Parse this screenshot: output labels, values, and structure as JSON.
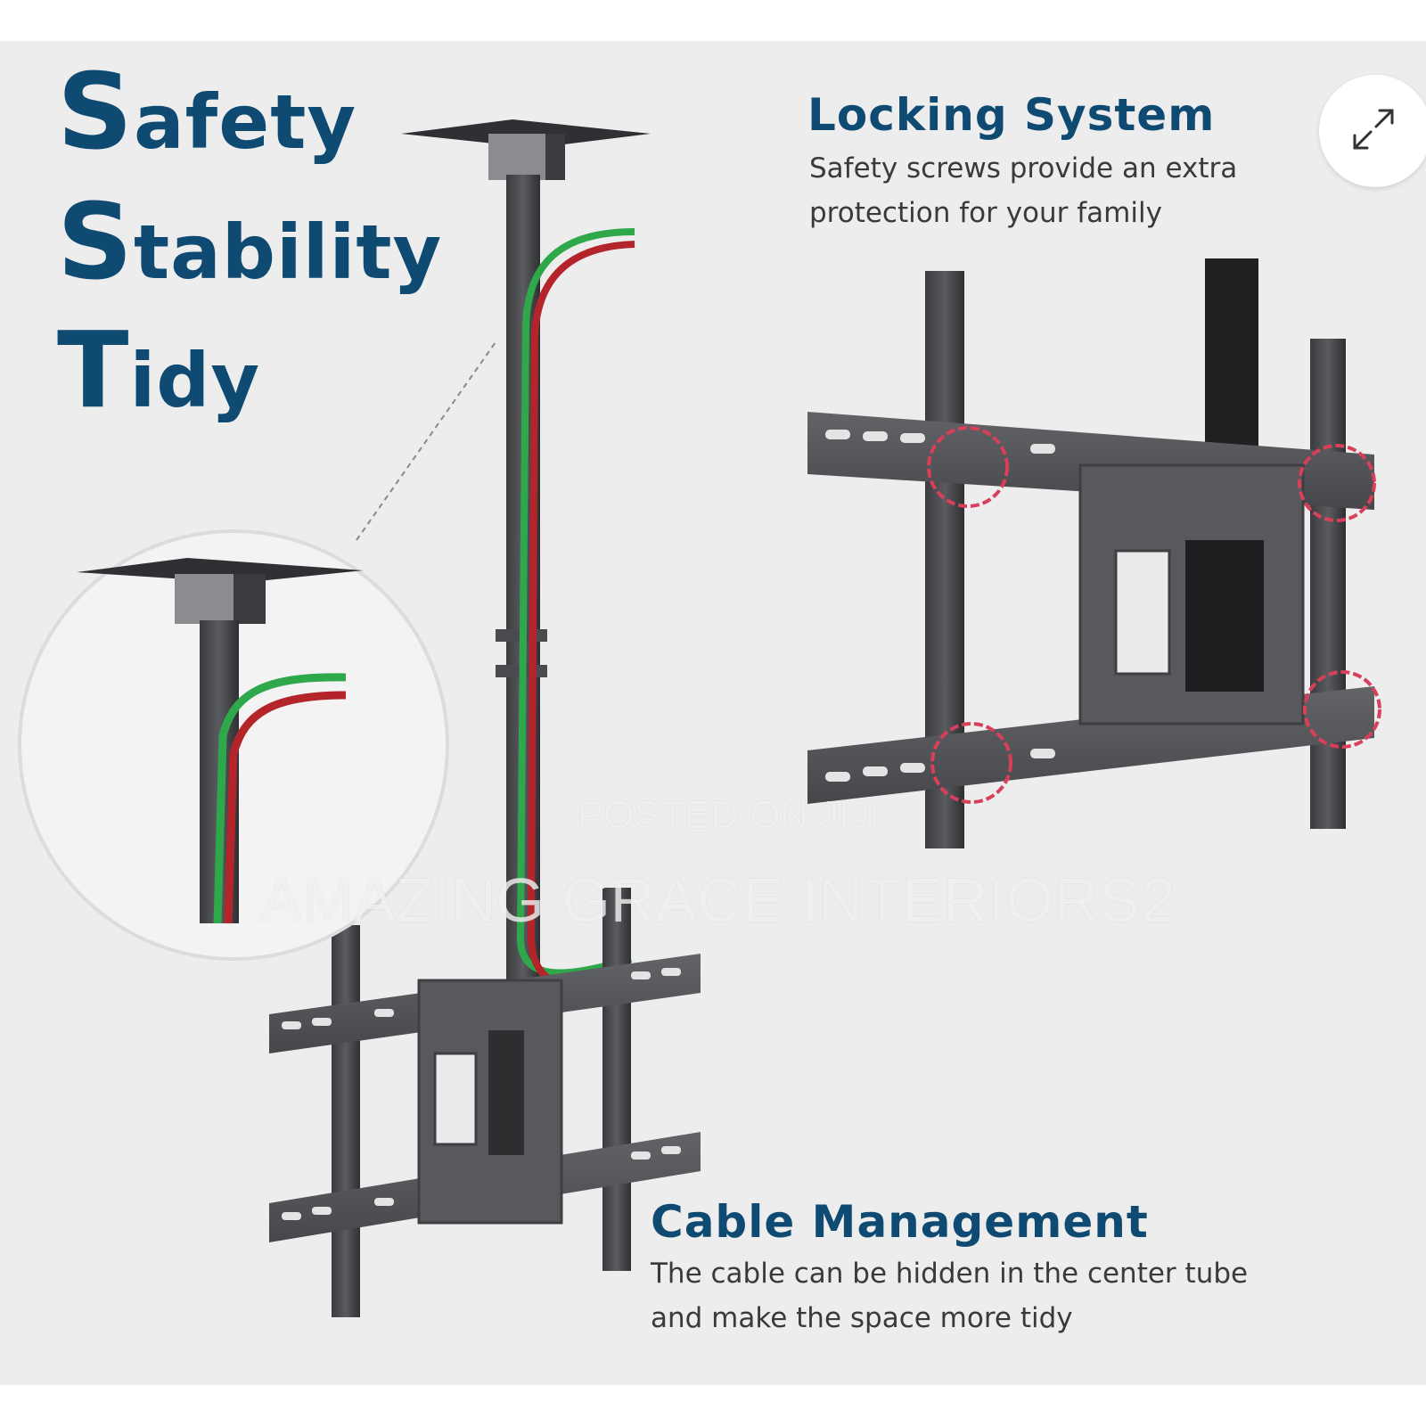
{
  "headline": {
    "items": [
      {
        "initial": "S",
        "rest": "afety"
      },
      {
        "initial": "S",
        "rest": "tability"
      },
      {
        "initial": "T",
        "rest": "idy"
      }
    ]
  },
  "features": {
    "locking": {
      "title": "Locking System",
      "description": "Safety screws provide an extra protection for your family"
    },
    "cable": {
      "title": "Cable Management",
      "description": "The cable can be hidden in the center tube and make the space more tidy"
    }
  },
  "watermark": {
    "posted": "POSTED ON JIJI",
    "seller": "AMAZING GRACE INTERIORS2"
  },
  "colors": {
    "title_blue": "#0f4a72",
    "cable_green": "#2ea84a",
    "cable_red": "#b3242b",
    "lock_circle": "#d8405a"
  },
  "controls": {
    "expand_icon": "expand-icon"
  }
}
